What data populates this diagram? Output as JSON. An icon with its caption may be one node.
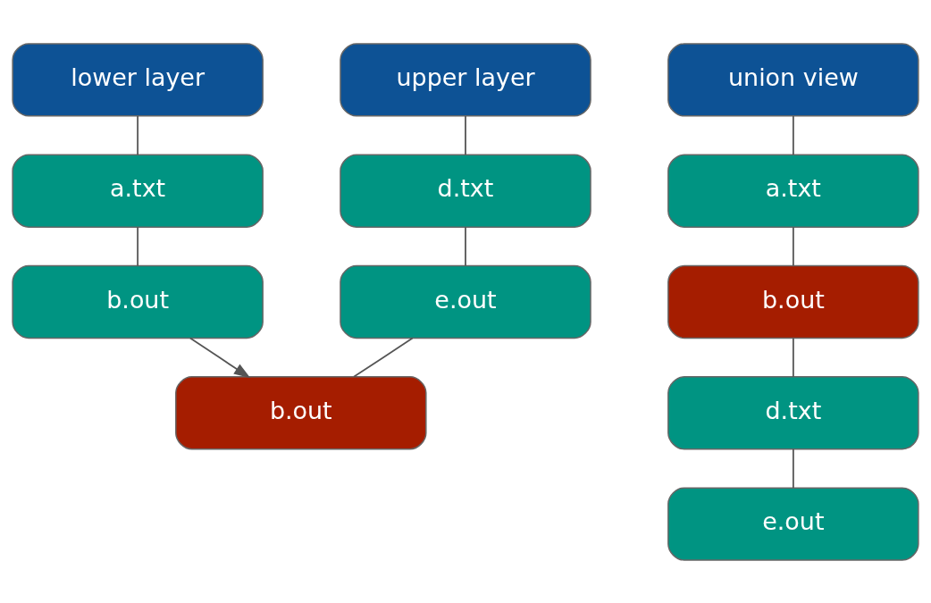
{
  "diagram": {
    "nodes": [
      {
        "text": [
          "lower layer"
        ]
      },
      {
        "text": [
          "a.txt"
        ]
      },
      {
        "text": [
          "b.out"
        ]
      },
      {
        "text": [
          "union view"
        ]
      },
      {
        "text": [
          "a.txt"
        ]
      },
      {
        "text": [
          "b.out"
        ]
      },
      {
        "text": [
          "d.txt"
        ]
      },
      {
        "text": [
          "e.out"
        ]
      },
      {
        "text": [
          "upper layer"
        ]
      },
      {
        "text": [
          "d.txt"
        ]
      },
      {
        "text": [
          "e.out"
        ]
      },
      {
        "text": [
          "b.out"
        ]
      }
    ],
    "edges": [
      {
        "from": 0,
        "to": 1,
        "arrow": "none"
      },
      {
        "from": 1,
        "to": 2,
        "arrow": "none"
      },
      {
        "from": 3,
        "to": 4,
        "arrow": "none"
      },
      {
        "from": 4,
        "to": 5,
        "arrow": "none"
      },
      {
        "from": 5,
        "to": 6,
        "arrow": "none"
      },
      {
        "from": 6,
        "to": 7,
        "arrow": "none"
      },
      {
        "from": 8,
        "to": 9,
        "arrow": "none"
      },
      {
        "from": 9,
        "to": 10,
        "arrow": "none"
      },
      {
        "from": 10,
        "to": 11,
        "arrow": "none"
      },
      {
        "from": 2,
        "to": 11,
        "arrow": "to"
      }
    ]
  }
}
